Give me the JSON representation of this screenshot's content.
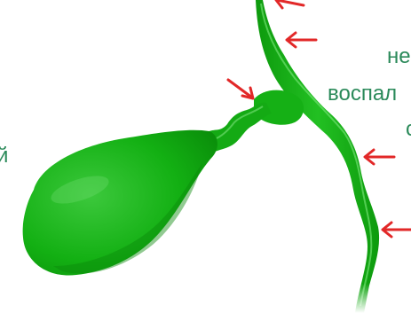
{
  "colors": {
    "organ_green": "#13b013",
    "organ_dark": "#0b8a0b",
    "organ_light": "#5fd35f",
    "arrow_red": "#e22828",
    "text_teal": "#2b8a5a"
  },
  "labels": {
    "left_fragment": "й",
    "right_line1": "не",
    "right_line2": "воспал",
    "right_line3": "с"
  },
  "arrows": [
    "arrow",
    "arrow",
    "arrow",
    "arrow",
    "arrow"
  ]
}
